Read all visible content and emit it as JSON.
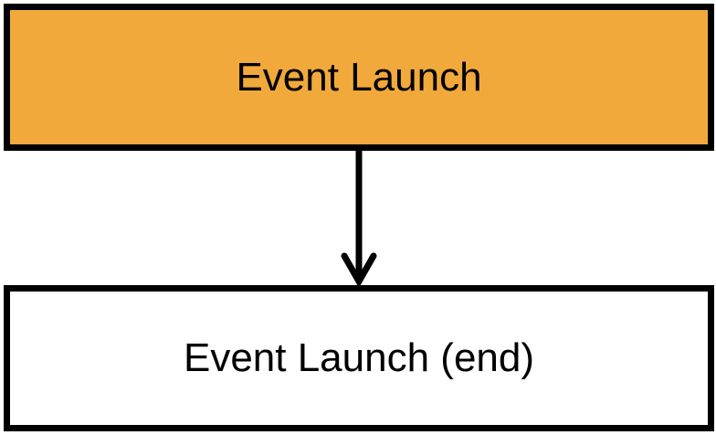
{
  "diagram": {
    "nodes": [
      {
        "id": "start",
        "label": "Event Launch",
        "fill": "#f2a93b"
      },
      {
        "id": "end",
        "label": "Event Launch (end)",
        "fill": "#ffffff"
      }
    ],
    "edges": [
      {
        "from": "start",
        "to": "end",
        "direction": "down"
      }
    ]
  }
}
